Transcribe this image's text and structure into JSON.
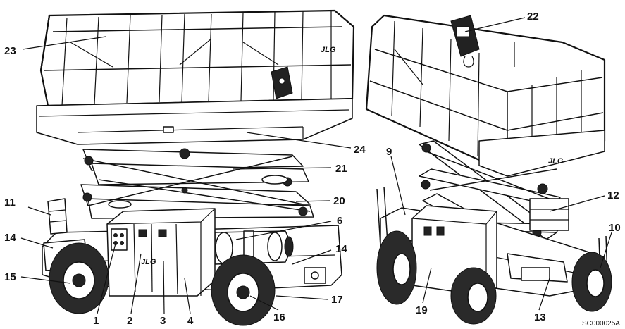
{
  "figure_code": "SC000025A",
  "brand_label": "JLG",
  "callouts": {
    "c1": "1",
    "c2": "2",
    "c3": "3",
    "c4": "4",
    "c6": "6",
    "c9": "9",
    "c10": "10",
    "c11": "11",
    "c12": "12",
    "c13": "13",
    "c14a": "14",
    "c14b": "14",
    "c15": "15",
    "c16": "16",
    "c17": "17",
    "c19": "19",
    "c20": "20",
    "c21": "21",
    "c22": "22",
    "c23": "23",
    "c24": "24"
  }
}
